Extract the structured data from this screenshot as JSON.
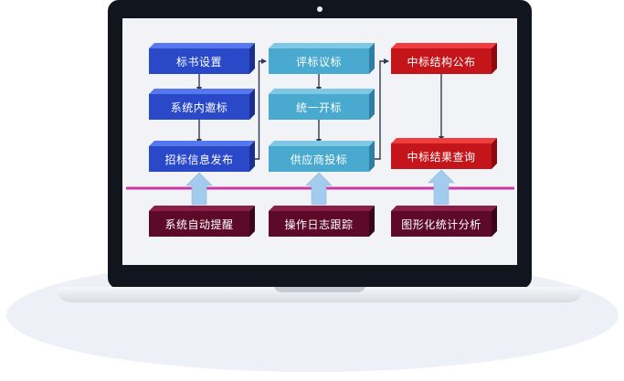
{
  "diagram": {
    "nodes": [
      {
        "id": "tender_setup",
        "label": "标书设置",
        "style": "blue"
      },
      {
        "id": "internal_invite",
        "label": "系统内邀标",
        "style": "blue"
      },
      {
        "id": "tender_publish",
        "label": "招标信息发布",
        "style": "blue"
      },
      {
        "id": "bid_evaluation",
        "label": "评标议标",
        "style": "teal"
      },
      {
        "id": "unified_bid_open",
        "label": "统一开标",
        "style": "teal"
      },
      {
        "id": "supplier_bid",
        "label": "供应商投标",
        "style": "teal"
      },
      {
        "id": "award_announce",
        "label": "中标结构公布",
        "style": "red"
      },
      {
        "id": "award_query",
        "label": "中标结果查询",
        "style": "red"
      },
      {
        "id": "auto_reminder",
        "label": "系统自动提醒",
        "style": "maroon"
      },
      {
        "id": "operation_log",
        "label": "操作日志跟踪",
        "style": "maroon"
      },
      {
        "id": "graphical_analysis",
        "label": "图形化统计分析",
        "style": "maroon"
      }
    ],
    "edges": [
      {
        "from": "tender_setup",
        "to": "internal_invite"
      },
      {
        "from": "internal_invite",
        "to": "tender_publish"
      },
      {
        "from": "tender_publish",
        "to": "bid_evaluation"
      },
      {
        "from": "bid_evaluation",
        "to": "unified_bid_open"
      },
      {
        "from": "unified_bid_open",
        "to": "supplier_bid"
      },
      {
        "from": "supplier_bid",
        "to": "award_announce"
      },
      {
        "from": "award_announce",
        "to": "award_query"
      }
    ],
    "supports": [
      {
        "from": "auto_reminder",
        "to": "tender_publish"
      },
      {
        "from": "operation_log",
        "to": "supplier_bid"
      },
      {
        "from": "graphical_analysis",
        "to": "award_query"
      }
    ],
    "colors": {
      "blue": "#2a49c9",
      "teal": "#49a9cf",
      "red": "#c4151b",
      "maroon": "#5c0a28",
      "divider": "#c93aa8",
      "connector": "#2e3a4f",
      "support_arrow": "#a3cbed",
      "screen_background": "#f1f3f7",
      "laptop_frame": "#11161e"
    }
  }
}
